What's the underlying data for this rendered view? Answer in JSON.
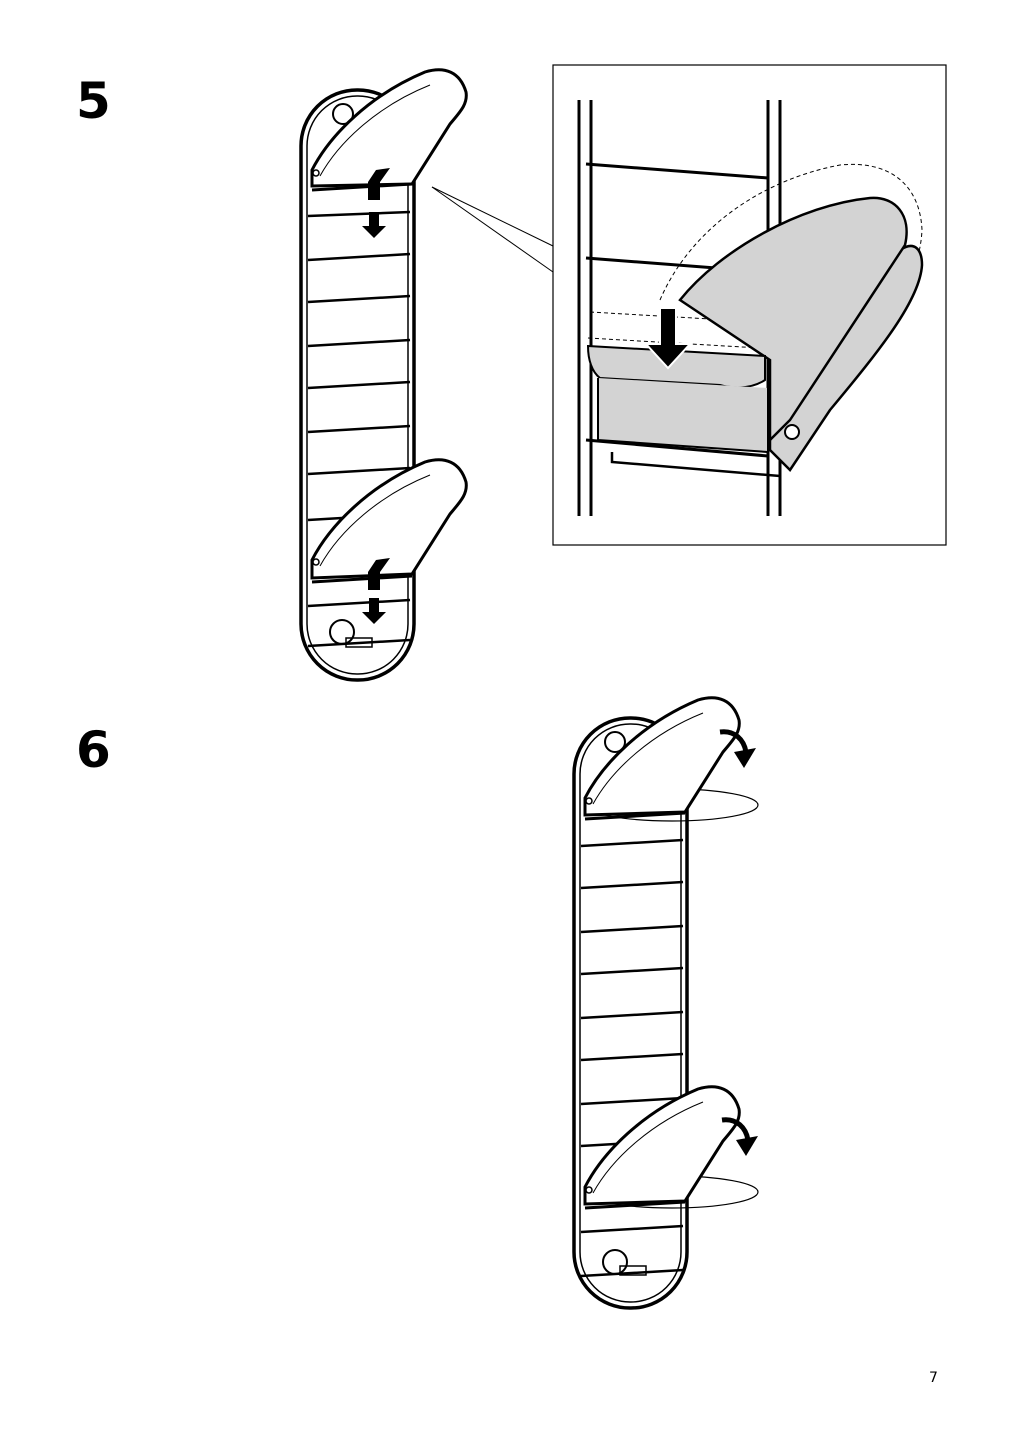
{
  "steps": [
    {
      "number": "5"
    },
    {
      "number": "6"
    }
  ],
  "page_number": "7"
}
